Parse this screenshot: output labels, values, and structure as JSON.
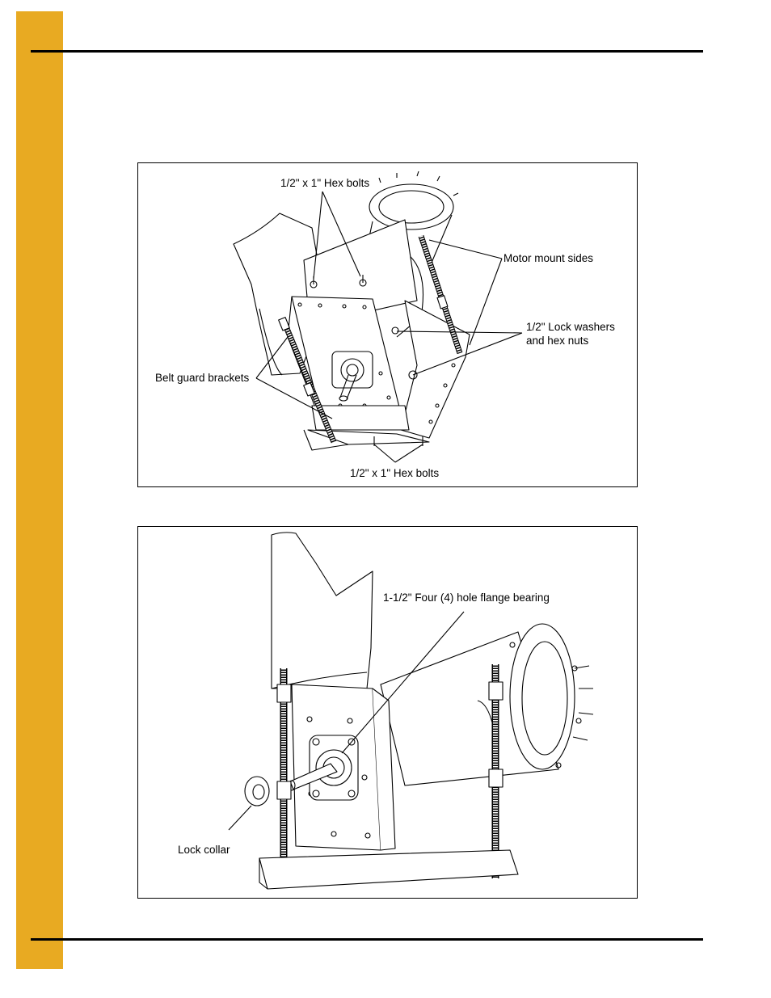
{
  "figure1": {
    "labels": {
      "hex_bolts_top": "1/2\" x 1\" Hex bolts",
      "motor_mount_sides": "Motor mount sides",
      "lock_washers_line1": "1/2\" Lock washers",
      "lock_washers_line2": "and hex nuts",
      "belt_guard_brackets": "Belt guard brackets",
      "hex_bolts_bottom": "1/2\" x 1\" Hex bolts"
    }
  },
  "figure2": {
    "labels": {
      "flange_bearing": "1-1/2\" Four (4) hole flange bearing",
      "lock_collar": "Lock collar"
    }
  },
  "colors": {
    "side_bar": "#E8AA22",
    "rule": "#000000"
  }
}
